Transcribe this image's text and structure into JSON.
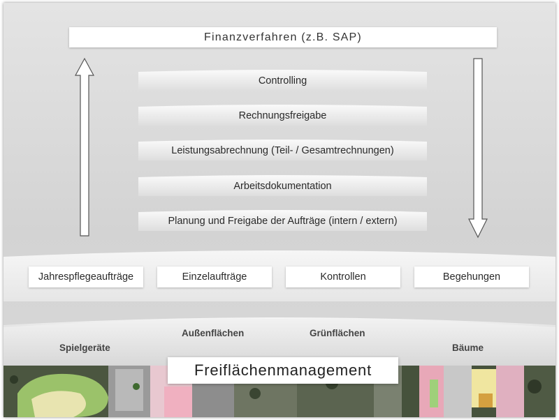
{
  "top_system": "Finanzverfahren (z.B. SAP)",
  "process_steps": [
    "Controlling",
    "Rechnungsfreigabe",
    "Leistungsabrechnung (Teil- / Gesamtrechnungen)",
    "Arbeitsdokumentation",
    "Planung und Freigabe der Aufträge (intern / extern)"
  ],
  "task_types": [
    "Jahrespflegeaufträge",
    "Einzelaufträge",
    "Kontrollen",
    "Begehungen"
  ],
  "categories": {
    "spielgeraete": "Spielgeräte",
    "aussenflaechen": "Außenflächen",
    "gruenflaechen": "Grünflächen",
    "baeume": "Bäume"
  },
  "base_title": "Freiflächenmanagement",
  "arrows": {
    "left": "arrow-up-icon",
    "right": "arrow-down-icon"
  }
}
